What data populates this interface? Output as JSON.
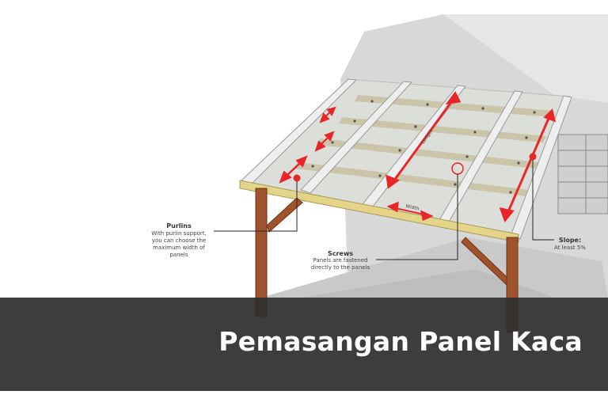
{
  "banner": {
    "title": "Pemasangan Panel Kaca"
  },
  "labels": {
    "purlins": {
      "title": "Purlins",
      "desc": "With purlin support,\nyou can choose the\nmaximum width of\npanels"
    },
    "screws": {
      "title": "Screws",
      "desc": "Panels are fastened\ndirectly to the panels"
    },
    "slope": {
      "title": "Slope:",
      "desc": "At least 5%"
    },
    "length": "Length",
    "width": "Width"
  },
  "colors": {
    "arrow": "#e8262a",
    "timber": "#a0522d",
    "fascia": "#e4d48a",
    "glass": "#d9dcd6",
    "banner": "#2e2e2e"
  }
}
